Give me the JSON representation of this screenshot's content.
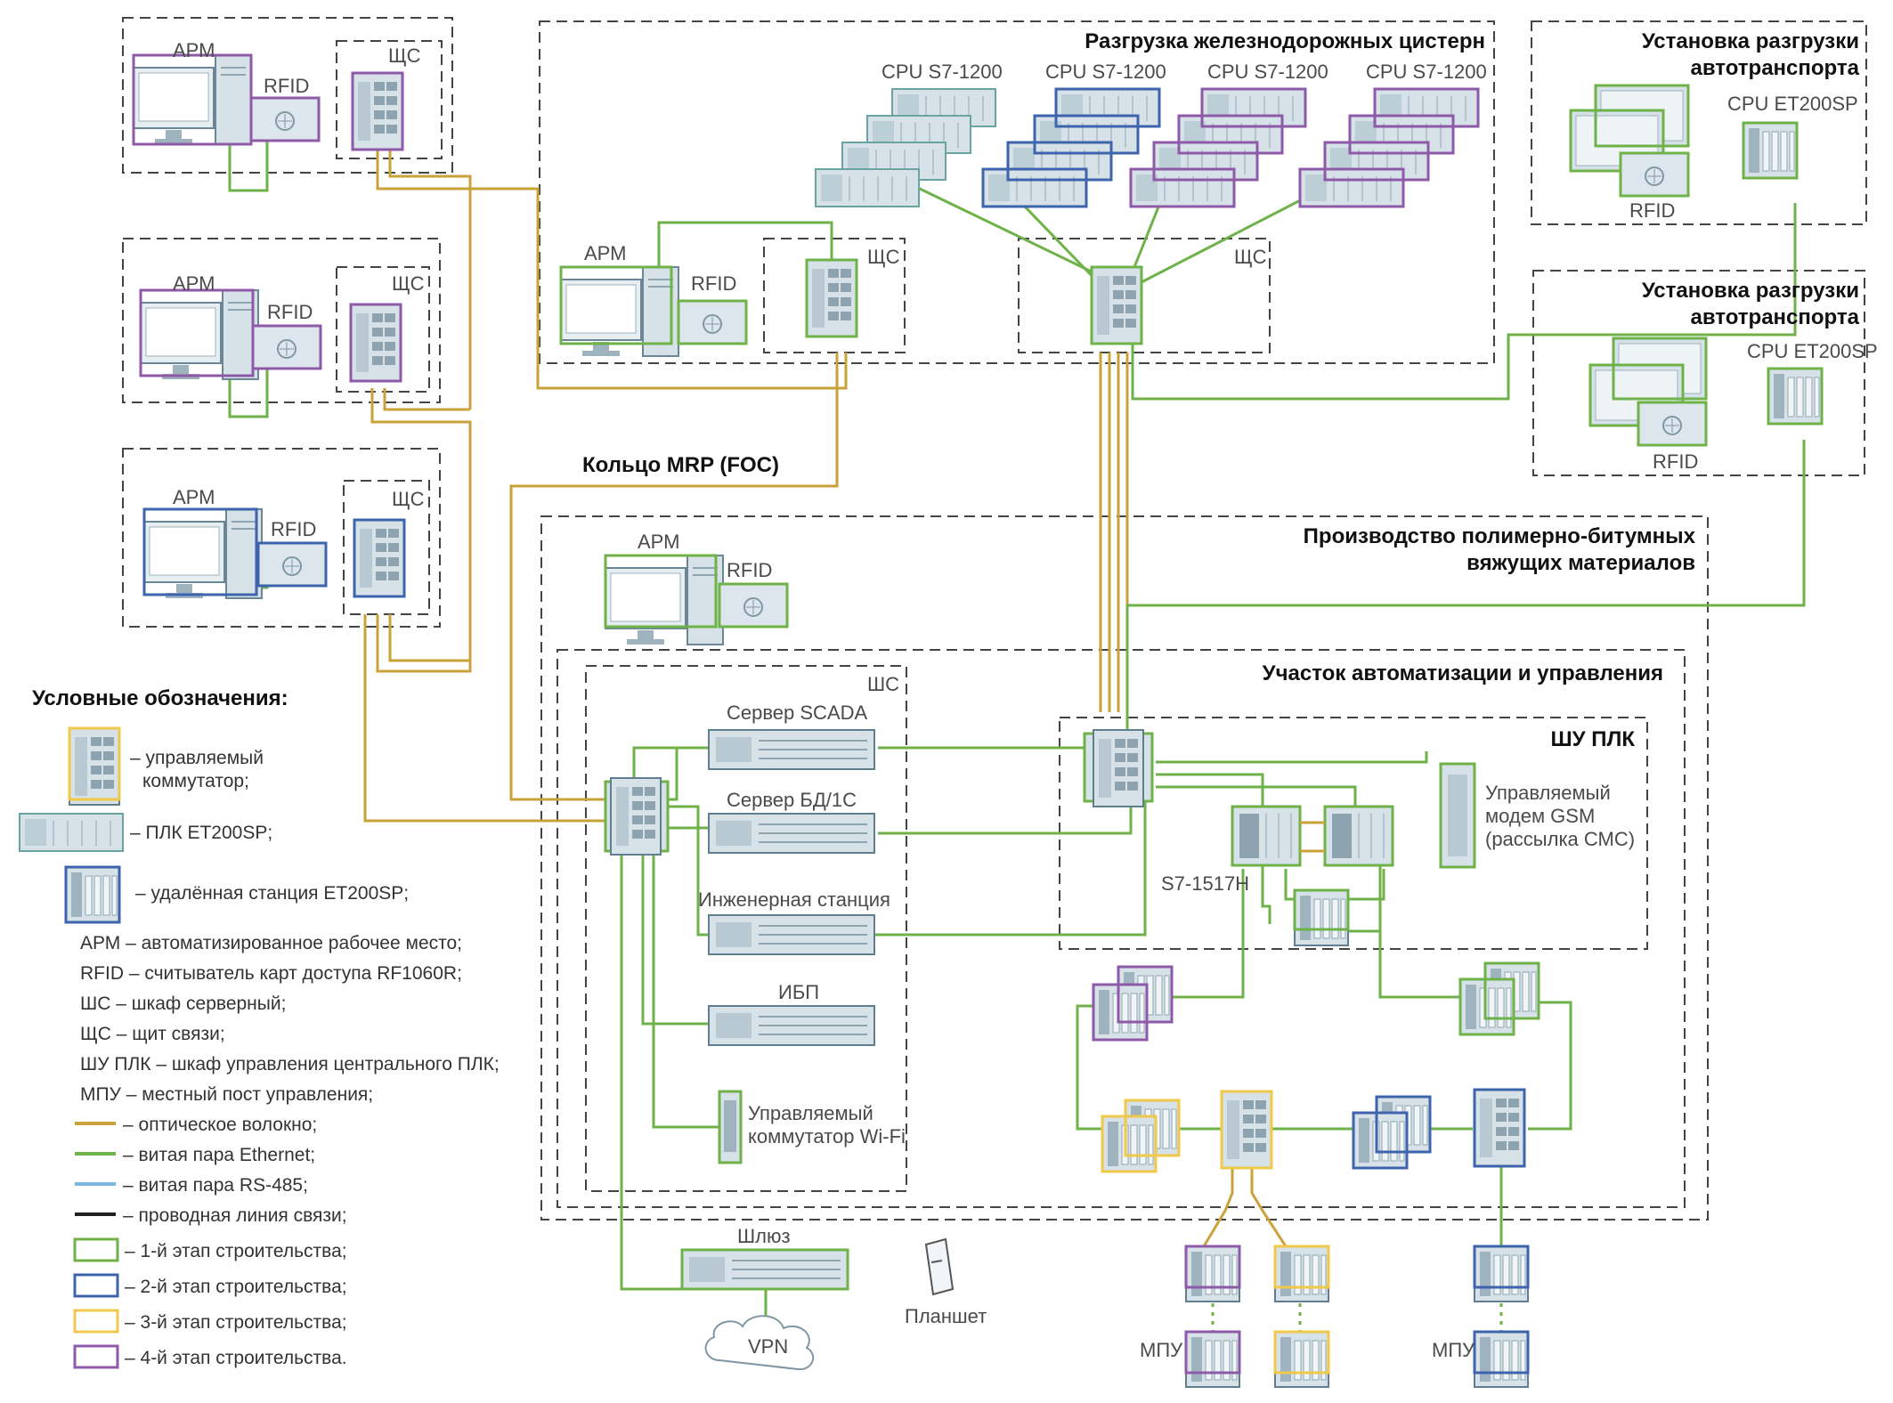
{
  "colors": {
    "fiber": "#c9a23a",
    "ethernet": "#6fb24a",
    "rs485": "#7ab8e0",
    "wire": "#222222",
    "stage1": "#6fb24a",
    "stage2": "#3d64ad",
    "stage3": "#f0c94a",
    "stage4": "#8e5aa8",
    "device_fill": "#d6e1e8",
    "device_stroke": "#5f7f8f"
  },
  "labels": {
    "arm": "АРМ",
    "rfid": "RFID",
    "shs_comm": "ЩС",
    "shs_server": "ШС",
    "cpu_s71200": "CPU S7-1200",
    "cpu_et200sp": "CPU ET200SP",
    "s71517h": "S7-1517H",
    "server_scada": "Сервер SCADA",
    "server_db": "Сервер БД/1С",
    "eng_station": "Инженерная станция",
    "ups": "ИБП",
    "wifi_line1": "Управляемый",
    "wifi_line2": "коммутатор Wi-Fi",
    "gsm_line1": "Управляемый",
    "gsm_line2": "модем GSM",
    "gsm_line3": "(рассылка СМС)",
    "gateway": "Шлюз",
    "vpn": "VPN",
    "tablet": "Планшет",
    "mpu": "МПУ",
    "mrp_ring": "Кольцо MRP (FOC)"
  },
  "titles": {
    "rail": "Разгрузка железнодорожных цистерн",
    "truck1_line1": "Установка разгрузки",
    "truck1_line2": "автотранспорта",
    "truck2_line1": "Установка разгрузки",
    "truck2_line2": "автотранспорта",
    "production_line1": "Производство полимерно-битумных",
    "production_line2": "вяжущих материалов",
    "automation": "Участок автоматизации и управления",
    "plc_cabinet": "ШУ ПЛК"
  },
  "legend": {
    "title": "Условные обозначения:",
    "managed_switch_line1": "– управляемый",
    "managed_switch_line2": "коммутатор;",
    "plc_et200sp": "– ПЛК ET200SP;",
    "remote_station": "– удалённая станция ET200SP;",
    "abbreviations": [
      "АРМ – автоматизированное рабочее место;",
      "RFID – считыватель карт доступа RF1060R;",
      "ШС – шкаф серверный;",
      "ЩС – щит связи;",
      "ШУ ПЛК – шкаф управления центрального ПЛК;",
      "МПУ – местный пост управления;"
    ],
    "lines": [
      {
        "text": "– оптическое волокно;",
        "color": "#c9a23a"
      },
      {
        "text": "– витая пара Ethernet;",
        "color": "#6fb24a"
      },
      {
        "text": "– витая пара RS-485;",
        "color": "#7ab8e0"
      },
      {
        "text": "– проводная линия связи;",
        "color": "#222222"
      }
    ],
    "stages": [
      {
        "text": "– 1-й этап строительства;",
        "color": "#6fb24a"
      },
      {
        "text": "– 2-й этап строительства;",
        "color": "#3d64ad"
      },
      {
        "text": "– 3-й этап строительства;",
        "color": "#f0c94a"
      },
      {
        "text": "– 4-й этап строительства.",
        "color": "#8e5aa8"
      }
    ]
  }
}
